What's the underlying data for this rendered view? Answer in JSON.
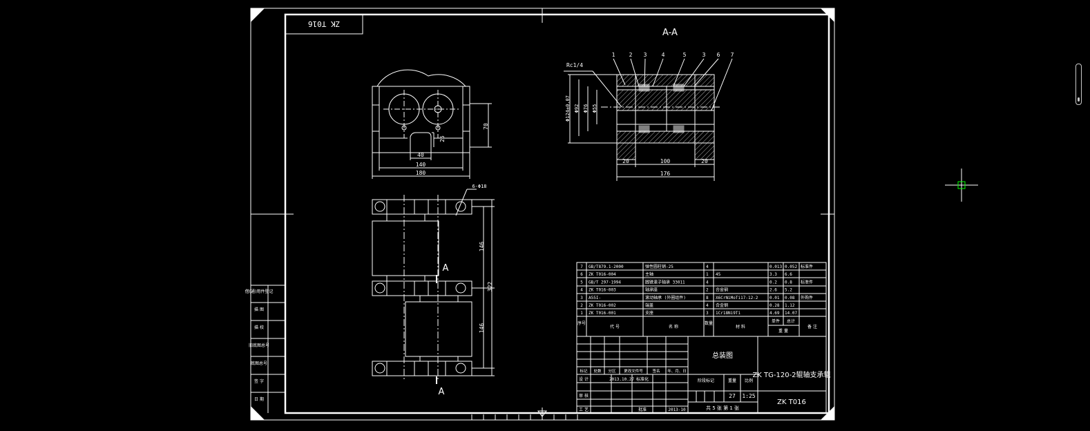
{
  "drawing": {
    "stamp_number": "ZK T016",
    "section_title": "A-A",
    "section_mark": "A",
    "rc_label": "Rc1/4",
    "hole_label": "6-Φ18",
    "balloons": [
      "1",
      "2",
      "3",
      "4",
      "5",
      "3",
      "6",
      "7"
    ],
    "dims_front": {
      "d70": "70",
      "d25": "25",
      "d40": "40",
      "d140": "140",
      "d180": "180"
    },
    "dims_plan": {
      "d146a": "146",
      "d146b": "146",
      "d322": "322"
    },
    "dims_section": {
      "d20a": "20",
      "d100": "100",
      "d20b": "20",
      "d176": "176",
      "dia1": "Φ124±0.07",
      "dia2": "Φ92",
      "dia3": "Φ76",
      "dia4": "Φ55"
    }
  },
  "bom": {
    "rows": [
      {
        "no": "7",
        "code": "GB/T879.1-2000",
        "name": "弹性圆柱销-25",
        "qty": "4",
        "material": "",
        "unit": "0.013",
        "total": "0.052",
        "note": "标准件"
      },
      {
        "no": "6",
        "code": "ZK T016-004",
        "name": "主轴",
        "qty": "1",
        "material": "45",
        "unit": "3.3",
        "total": "6.6",
        "note": ""
      },
      {
        "no": "5",
        "code": "GB/T 297-1994",
        "name": "圆锥滚子轴承 33011",
        "qty": "4",
        "material": "",
        "unit": "0.2",
        "total": "0.8",
        "note": "标准件"
      },
      {
        "no": "4",
        "code": "ZK T016-003",
        "name": "轴承座",
        "qty": "2",
        "material": "合金钢",
        "unit": "2.6",
        "total": "5.2",
        "note": ""
      },
      {
        "no": "3",
        "code": "A55I-",
        "name": "滚动轴承 (外圈组件)",
        "qty": "8",
        "material": "X6CrNiMoTi17-12-2",
        "unit": "0.01",
        "total": "0.08",
        "note": "外购件"
      },
      {
        "no": "2",
        "code": "ZK T016-002",
        "name": "端盖",
        "qty": "4",
        "material": "合金钢",
        "unit": "0.28",
        "total": "1.12",
        "note": ""
      },
      {
        "no": "1",
        "code": "ZK T016-001",
        "name": "支座",
        "qty": "3",
        "material": "1Cr18Ni9Ti",
        "unit": "4.69",
        "total": "14.07",
        "note": ""
      }
    ],
    "header": {
      "no": "序号",
      "code": "代 号",
      "name": "名 称",
      "qty": "数量",
      "material": "材 料",
      "unit": "单件",
      "total": "总计",
      "weight": "重 量",
      "note": "备 注"
    }
  },
  "title_block": {
    "assembly_title": "总装图",
    "product_name": "ZK TG-120-2辊轴支承辊",
    "drawing_no": "ZK T016",
    "stage_mark": "阶段标记",
    "weight_label": "重量",
    "scale_label": "比例",
    "weight": "27",
    "scale": "1:25",
    "sheets": "共 5 张 第 1 张",
    "row_labels": [
      "标记",
      "处数",
      "分区",
      "更改文件号",
      "签名",
      "年、月、日"
    ],
    "design": "设 计",
    "design_date": "2013.10.27",
    "standardize": "标准化",
    "review": "审 核",
    "process": "工 艺",
    "approve": "批准",
    "approve_date": "2013-10"
  },
  "left_strip": {
    "labels": [
      "借(通)用件登记",
      "描 图",
      "描 校",
      "旧底图总号",
      "底图总号",
      "签 字",
      "日 期"
    ]
  },
  "colors": {
    "line": "#ffffff",
    "background": "#000000",
    "cursor": "#00ff00",
    "hatch": "#ffffff"
  }
}
